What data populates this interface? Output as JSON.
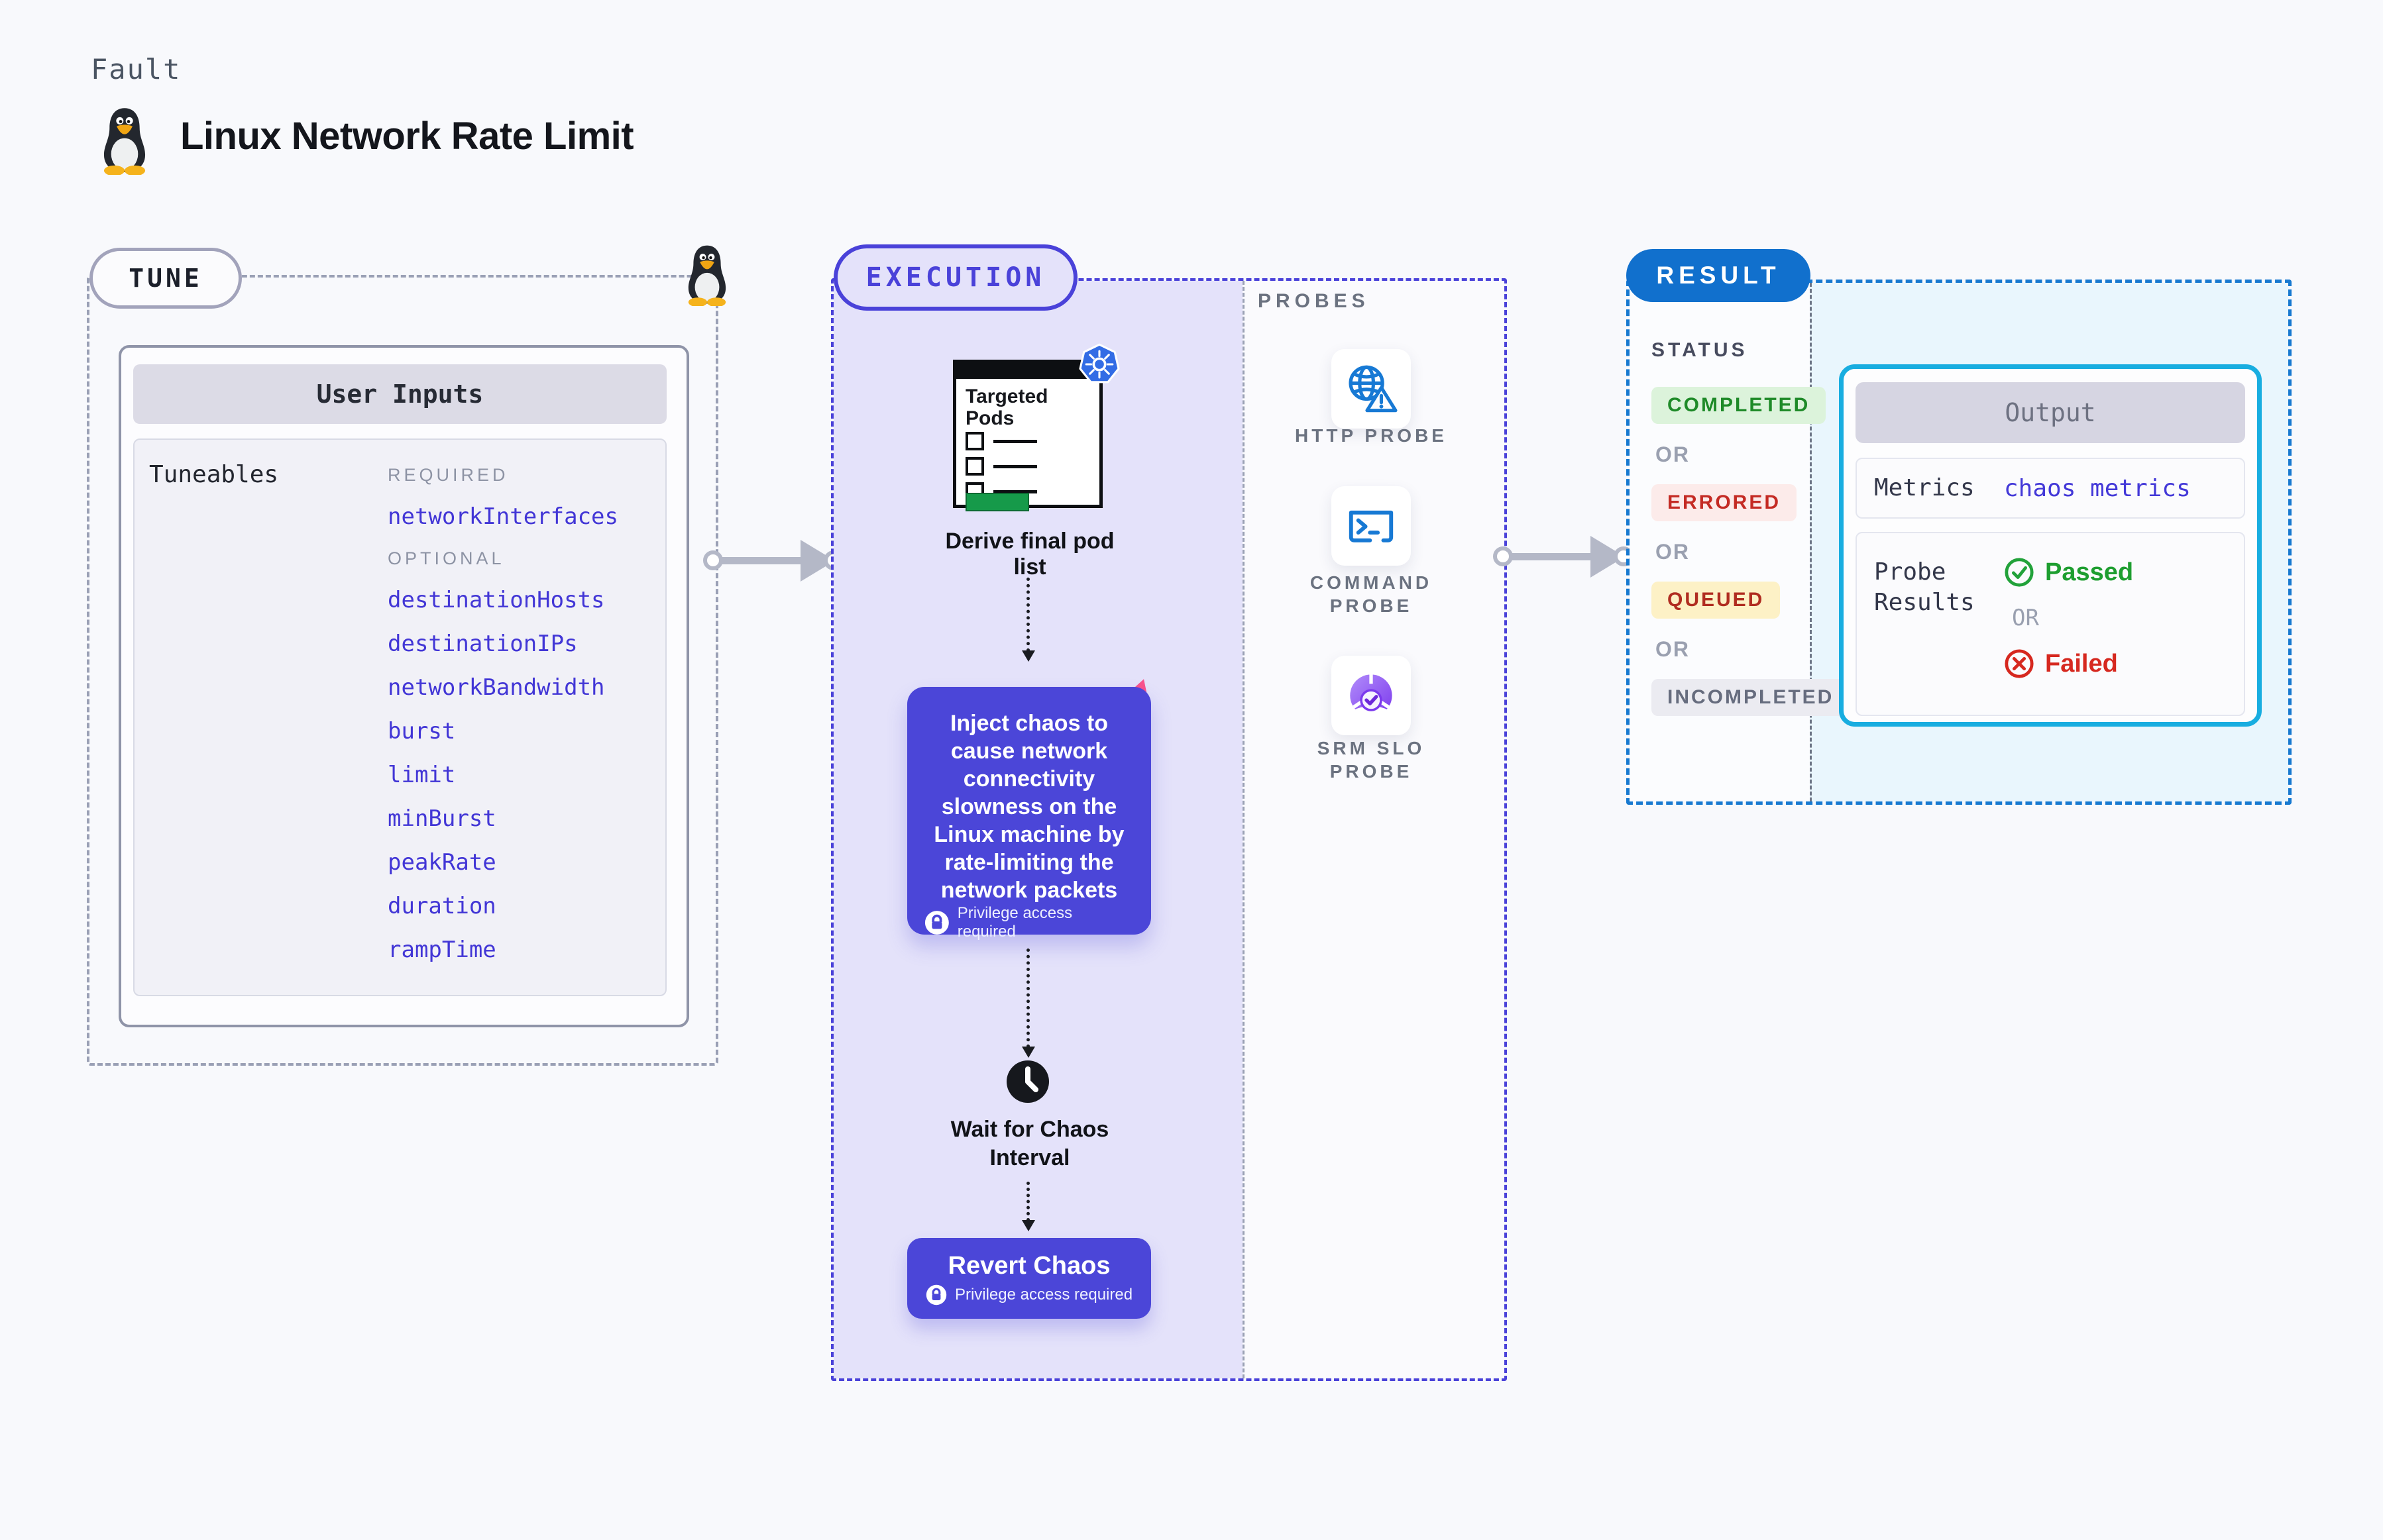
{
  "page": {
    "kicker": "Fault",
    "title": "Linux Network Rate Limit"
  },
  "tune": {
    "label": "TUNE",
    "user_inputs": {
      "header": "User Inputs",
      "row_label": "Tuneables",
      "required_heading": "REQUIRED",
      "required": [
        "networkInterfaces"
      ],
      "optional_heading": "OPTIONAL",
      "optional": [
        "destinationHosts",
        "destinationIPs",
        "networkBandwidth",
        "burst",
        "limit",
        "minBurst",
        "peakRate",
        "duration",
        "rampTime"
      ]
    }
  },
  "execution": {
    "label": "EXECUTION",
    "targeted_pods": {
      "title": "Targeted Pods"
    },
    "derive_label": "Derive final pod list",
    "inject": {
      "text": "Inject chaos to cause network connectivity slowness on the Linux machine by rate-limiting the network packets",
      "privilege": "Privilege access required"
    },
    "wait_label": "Wait for Chaos Interval",
    "revert": {
      "title": "Revert Chaos",
      "privilege": "Privilege access required"
    }
  },
  "probes": {
    "label": "PROBES",
    "items": [
      {
        "name": "HTTP PROBE",
        "icon": "globe-warning-icon"
      },
      {
        "name": "COMMAND PROBE",
        "icon": "terminal-icon"
      },
      {
        "name": "SRM SLO PROBE",
        "icon": "slo-gauge-icon"
      }
    ]
  },
  "result": {
    "label": "RESULT",
    "status_heading": "STATUS",
    "or_label": "OR",
    "statuses": [
      "COMPLETED",
      "ERRORED",
      "QUEUED",
      "INCOMPLETED"
    ],
    "output": {
      "header": "Output",
      "metrics_label": "Metrics",
      "metrics_value": "chaos metrics",
      "probe_results_label": "Probe Results",
      "passed": "Passed",
      "or_label": "OR",
      "failed": "Failed"
    }
  },
  "colors": {
    "accent_indigo": "#4b46d8",
    "execution_fill": "#e4e2fa",
    "result_blue": "#1170cd",
    "result_dash_blue": "#1779d0",
    "output_border_cyan": "#18ade0",
    "completed_green": "#1e8a28",
    "errored_red": "#c42b24",
    "queued_yellow_bg": "#fdf1c6",
    "passed_green": "#1e9e30",
    "failed_red": "#d6281f",
    "link_indigo": "#4236d6",
    "pink_logo": "#f9528c",
    "kubernetes_blue": "#326ce5"
  }
}
